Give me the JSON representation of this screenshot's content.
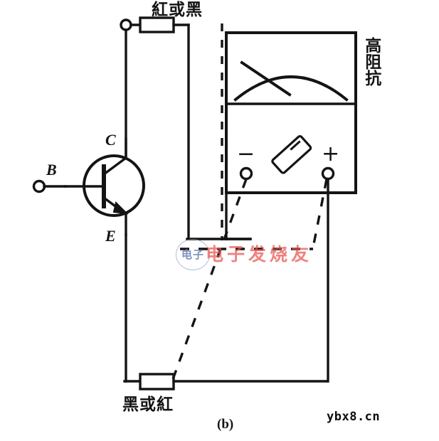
{
  "figure": {
    "caption": "(b)",
    "watermark_site": "ybx8.cn",
    "watermark_text": "电子发烧友",
    "watermark_logo_text": "电子"
  },
  "labels": {
    "top_lead": "紅或黑",
    "bottom_lead": "黑或紅",
    "high_impedance": "高阻抗",
    "base": "B",
    "collector": "C",
    "emitter": "E",
    "terminal_negative": "−",
    "terminal_positive": "+"
  },
  "colors": {
    "ink": "#141414",
    "watermark_red": "#e8544e",
    "watermark_blue": "#7086b8",
    "background": "#ffffff"
  },
  "components": {
    "transistor": {
      "type": "npn-bipolar-transistor",
      "terminals": [
        "B",
        "C",
        "E"
      ]
    },
    "meter": {
      "type": "analog-ohmmeter",
      "scale": "arc-scale-with-needle",
      "knob": "range-selector-knob",
      "jacks": [
        "−",
        "+"
      ]
    },
    "resistor_top": {
      "type": "resistor"
    },
    "resistor_bottom": {
      "type": "resistor"
    },
    "terminal_b": {
      "type": "binding-post"
    },
    "terminal_top_left": {
      "type": "binding-post"
    }
  }
}
